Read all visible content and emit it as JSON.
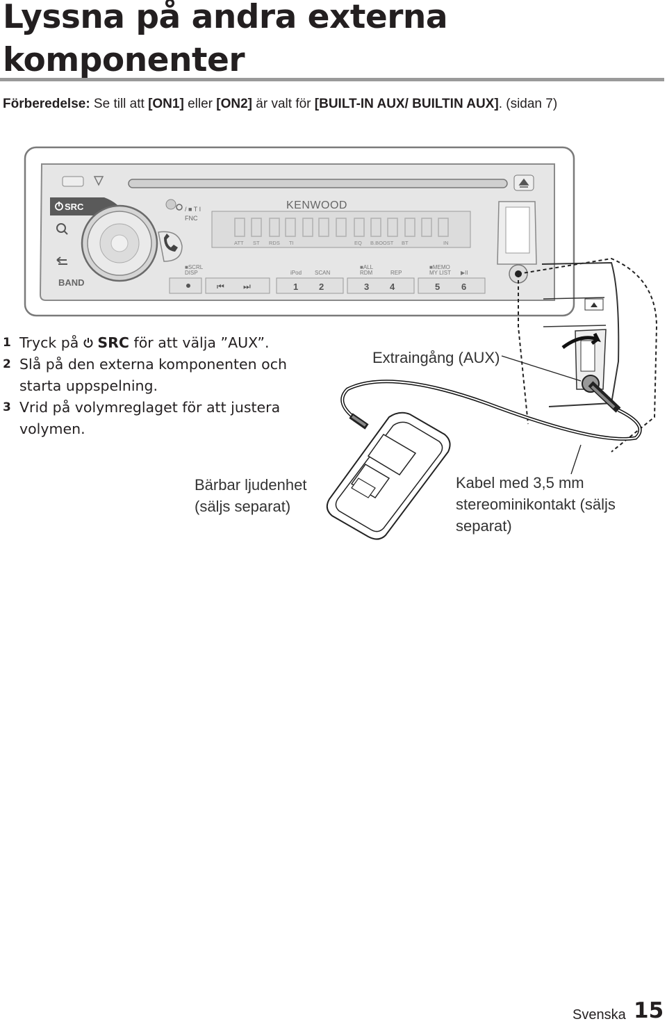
{
  "page": {
    "title": "Lyssna på andra externa komponenter",
    "preparation": {
      "label": "Förberedelse:",
      "text_1": " Se till att ",
      "on1": "[ON1]",
      "text_2": " eller ",
      "on2": "[ON2]",
      "text_3": " är valt för ",
      "setting": "[BUILT-IN AUX/ BUILTIN AUX]",
      "text_4": ". (sidan 7)"
    },
    "steps": [
      {
        "num": "1",
        "pre": "Tryck på ",
        "src": "SRC",
        "post": " för att välja ”AUX”."
      },
      {
        "num": "2",
        "text": "Slå på den externa komponenten och starta uppspelning."
      },
      {
        "num": "3",
        "text": "Vrid på volymreglaget för att justera volymen."
      }
    ],
    "callouts": {
      "aux": "Extraingång (AUX)",
      "portable_1": "Bärbar ljudenhet",
      "portable_2": "(säljs separat)",
      "cable_1": "Kabel med 3,5 mm",
      "cable_2": "stereominikontakt (säljs",
      "cable_3": "separat)"
    },
    "footer": {
      "language": "Svenska",
      "page_number": "15"
    }
  },
  "device": {
    "brand": "KENWOOD",
    "src_label": "SRC",
    "ti_label": "/ ■ T I",
    "fnc_label": "FNC",
    "band_label": "BAND",
    "scrl_disp": [
      "■SCRL",
      "DISP"
    ],
    "indicators": [
      "ATT",
      "ST",
      "RDS",
      "TI",
      "EQ",
      "B.BOOST",
      "BT",
      "IN"
    ],
    "function_labels": [
      "iPod",
      "SCAN",
      "■ALL",
      "RDM",
      "REP",
      "■MEMO",
      "MY LIST",
      "▶II"
    ],
    "preset_numbers": [
      "1",
      "2",
      "3",
      "4",
      "5",
      "6"
    ]
  },
  "icons": [
    "power-icon",
    "search-icon",
    "phone-icon",
    "back-icon",
    "eject-icon",
    "prev-track-icon",
    "next-track-icon",
    "play-pause-icon",
    "aux-jack-icon"
  ]
}
